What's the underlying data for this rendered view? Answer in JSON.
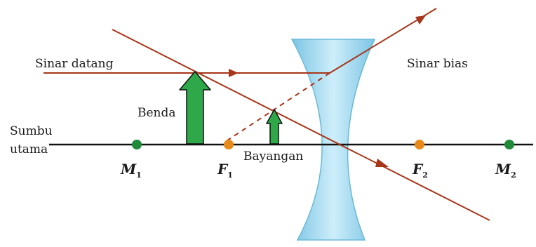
{
  "labels": {
    "incoming_ray": "Sinar datang",
    "refracted_ray": "Sinar bias",
    "object": "Benda",
    "image": "Bayangan",
    "axis_line1": "Sumbu",
    "axis_line2": "utama"
  },
  "points": {
    "m1": {
      "letter": "M",
      "sub": "1"
    },
    "f1": {
      "letter": "F",
      "sub": "1"
    },
    "f2": {
      "letter": "F",
      "sub": "2"
    },
    "m2": {
      "letter": "M",
      "sub": "2"
    }
  },
  "colors": {
    "ray": "#a8361a",
    "lens_fill": "#9fd8ee",
    "lens_edge": "#6ab9d8",
    "arrow_fill": "#2fa84a",
    "arrow_stroke": "#111111",
    "focal_point": "#e88a1a",
    "center_point": "#1e8a3a",
    "axis": "#111111"
  }
}
